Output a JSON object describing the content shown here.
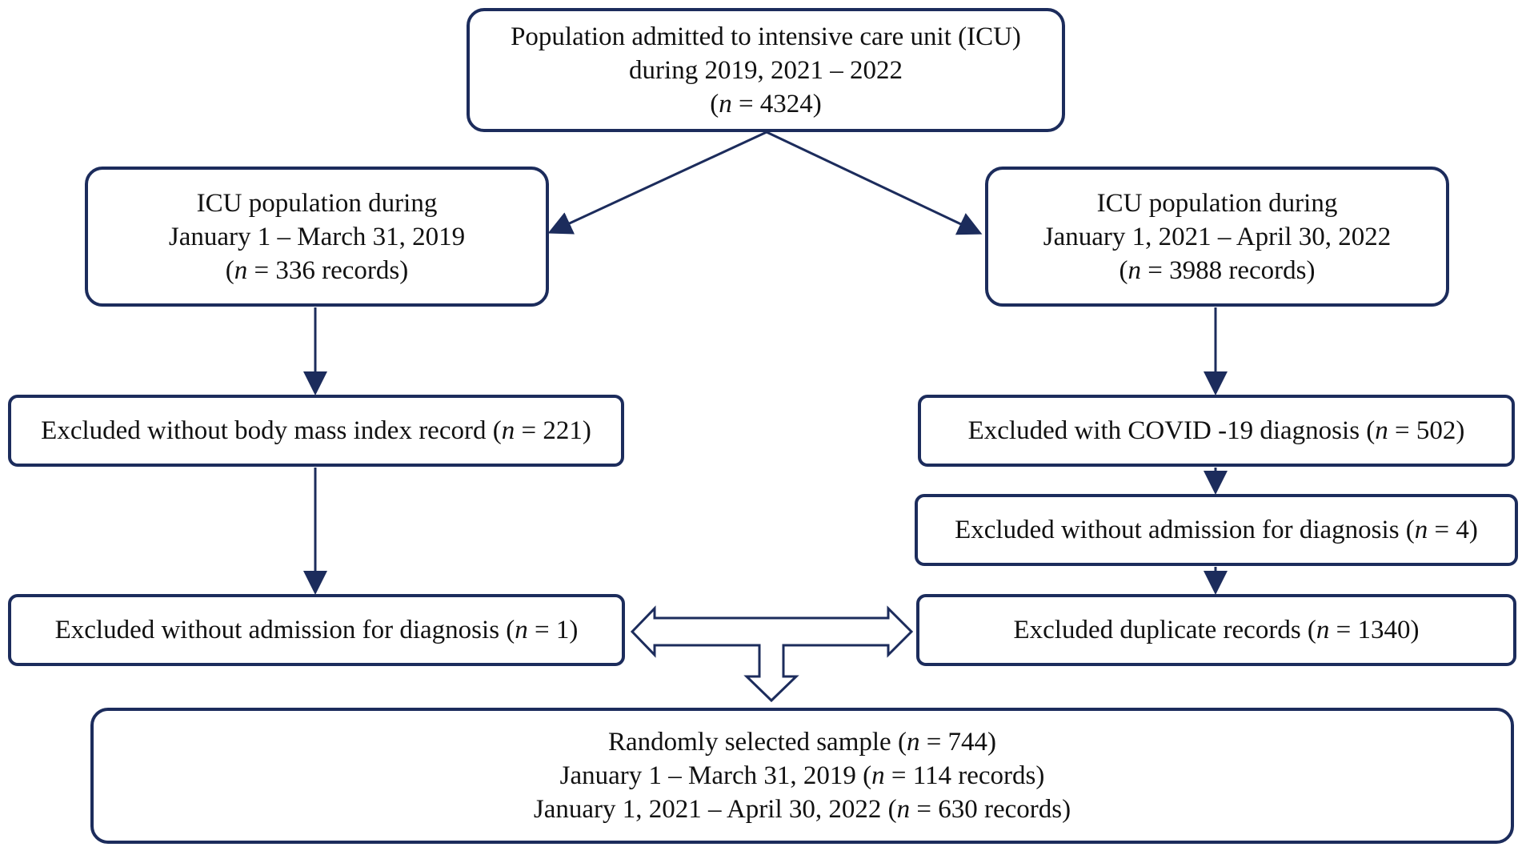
{
  "diagram": {
    "colors": {
      "border": "#1c2c5c",
      "arrow": "#1c2c5c"
    },
    "top_box": {
      "line1": "Population admitted to intensive care unit (ICU)",
      "line2": "during 2019, 2021 – 2022",
      "count_open": "(",
      "n": "n",
      "count_rest": " = 4324)"
    },
    "left_population": {
      "line1": "ICU population during",
      "line2": "January 1 – March 31, 2019",
      "count_open": "(",
      "n": "n",
      "count_rest": " = 336 records)"
    },
    "right_population": {
      "line1": "ICU population during",
      "line2": "January 1, 2021 –  April 30, 2022",
      "count_open": "(",
      "n": "n",
      "count_rest": " = 3988 records)"
    },
    "left_exclusion_bmi": {
      "text": "Excluded without body mass index record (",
      "n": "n",
      "rest": " = 221)"
    },
    "left_exclusion_admission": {
      "text": "Excluded without admission for diagnosis  (",
      "n": "n",
      "rest": " = 1)"
    },
    "right_exclusion_covid": {
      "text": "Excluded with COVID -19 diagnosis (",
      "n": "n",
      "rest": " = 502)"
    },
    "right_exclusion_admission": {
      "text": "Excluded without admission for diagnosis (",
      "n": "n",
      "rest": " = 4)"
    },
    "right_exclusion_duplicates": {
      "text": "Excluded duplicate records (",
      "n": "n",
      "rest": " = 1340)"
    },
    "final_sample": {
      "line1_text": "Randomly selected sample (",
      "line1_n": "n",
      "line1_rest": " = 744)",
      "line2_text": "January 1 – March 31, 2019 (",
      "line2_n": "n",
      "line2_rest": " = 114 records)",
      "line3_text": "January 1, 2021 – April 30, 2022 (",
      "line3_n": "n",
      "line3_rest": " = 630 records)"
    }
  }
}
